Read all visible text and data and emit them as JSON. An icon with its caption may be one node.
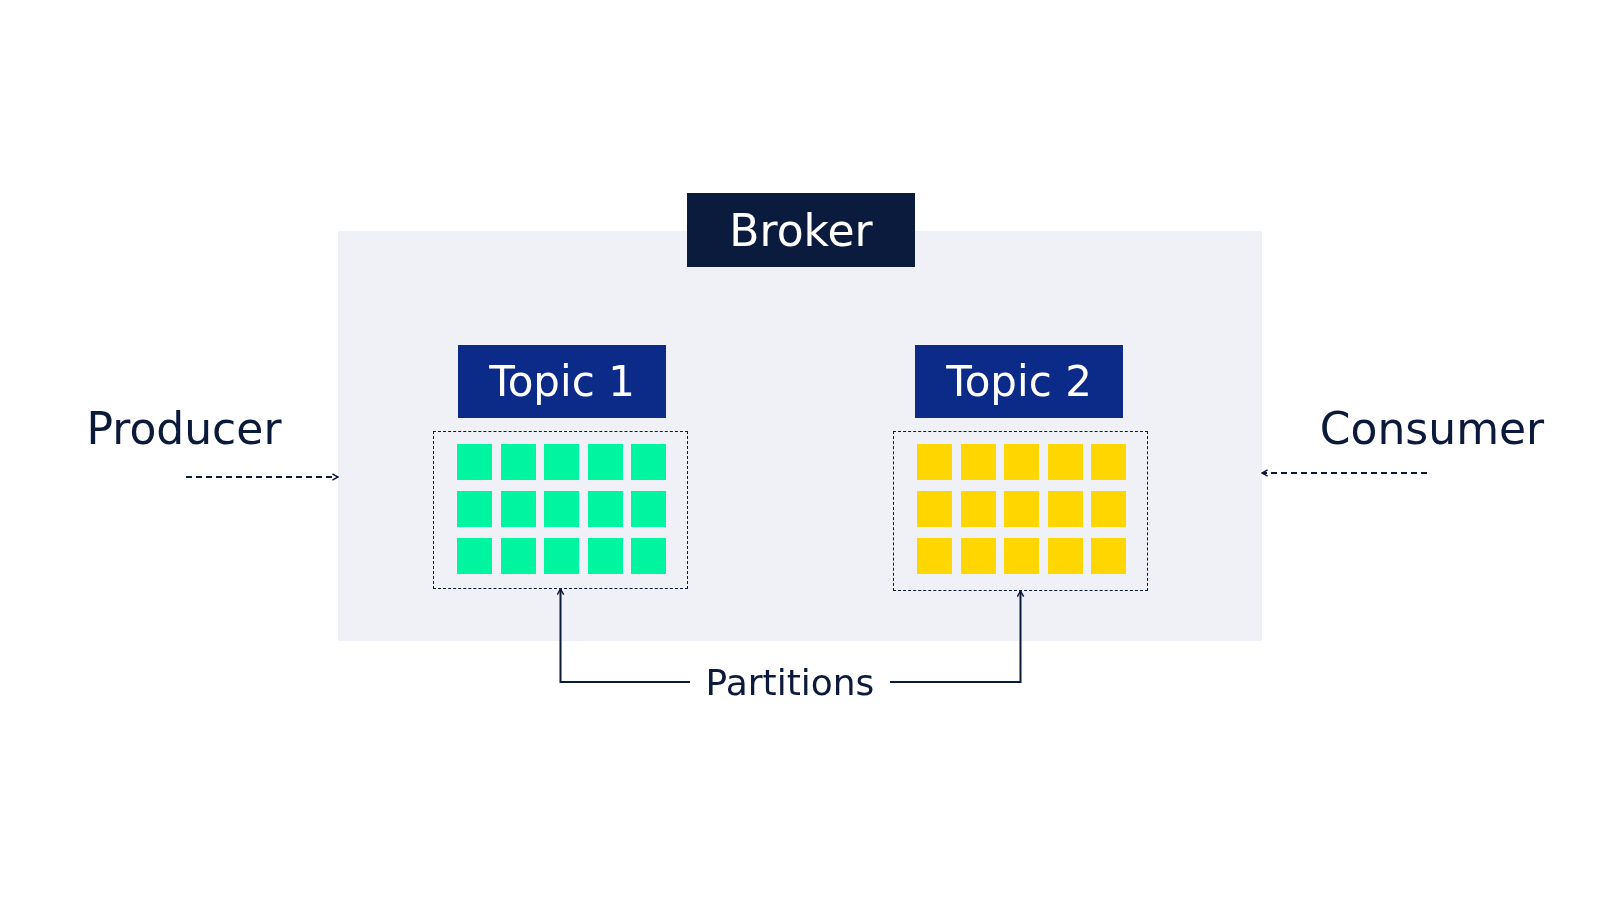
{
  "diagram": {
    "nodes": [
      {
        "text": [
          "Broker"
        ]
      },
      {
        "text": [
          "Topic 1"
        ],
        "in": 0
      },
      {
        "text": [],
        "shape": "box",
        "in": 0
      },
      {
        "text": [
          "Topic 2"
        ],
        "in": 0
      },
      {
        "text": [],
        "shape": "box",
        "in": 0
      },
      {
        "text": [
          "Producer"
        ]
      },
      {
        "text": [
          "Consumer"
        ]
      },
      {
        "text": [
          "Partitions"
        ]
      }
    ],
    "edges": [
      {
        "from": 5,
        "to": 0,
        "arrow": "to",
        "style": "dashed"
      },
      {
        "from": 6,
        "to": 0,
        "arrow": "to",
        "style": "dashed"
      },
      {
        "from": 7,
        "to": 2,
        "arrow": "to"
      },
      {
        "from": 7,
        "to": 4,
        "arrow": "to"
      }
    ]
  }
}
